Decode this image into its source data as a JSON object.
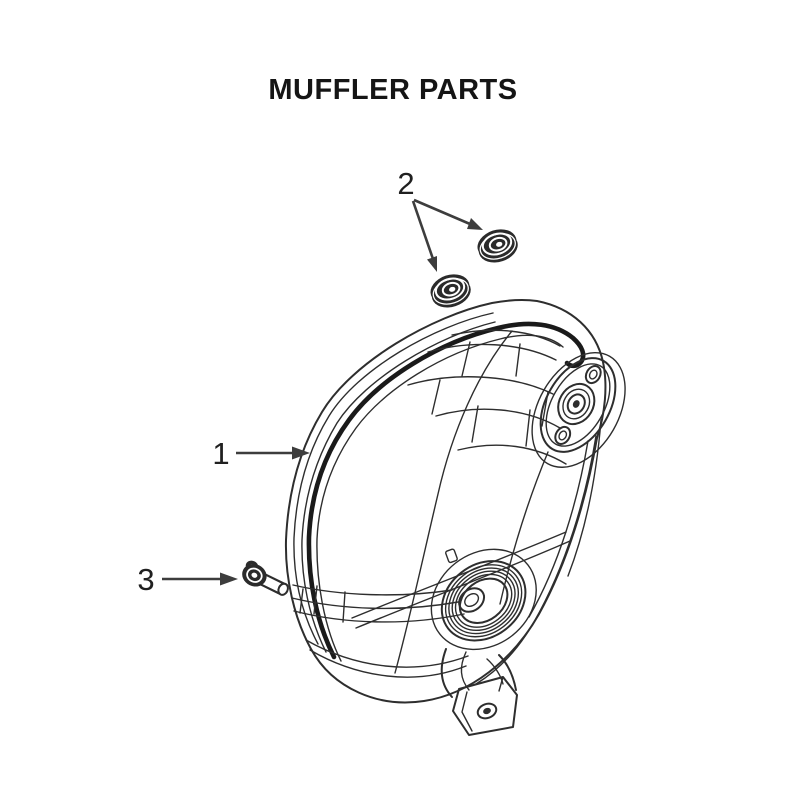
{
  "page": {
    "title": "MUFFLER PARTS",
    "background_color": "#ffffff",
    "line_color": "#2e2e2e",
    "seam_color": "#1a1a1a",
    "arrow_color": "#3d3d3d",
    "text_color": "#202020"
  },
  "callouts": [
    {
      "label": "1",
      "target": "muffler-assembly"
    },
    {
      "label": "2",
      "target": "flange-nut"
    },
    {
      "label": "3",
      "target": "flange-bolt"
    }
  ]
}
